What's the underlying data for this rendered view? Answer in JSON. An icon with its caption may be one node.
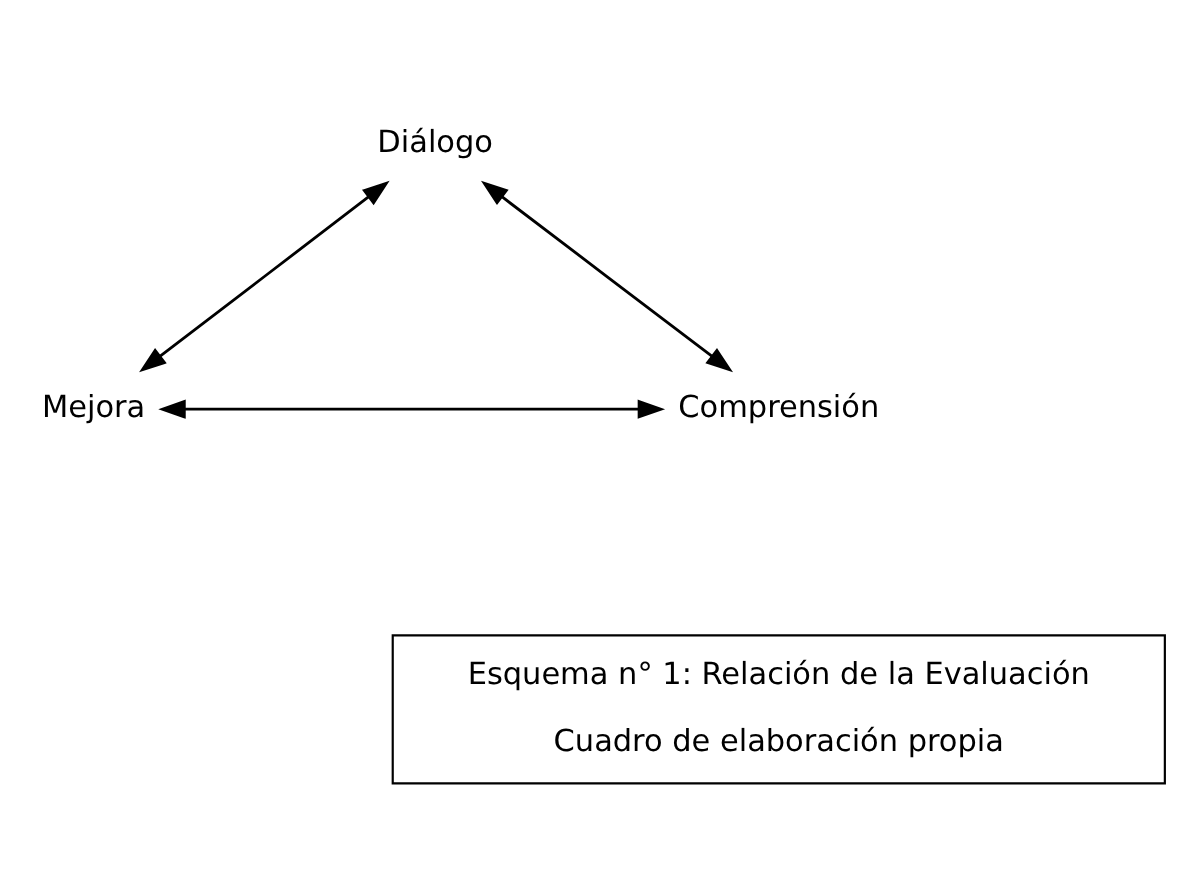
{
  "diagram": {
    "nodes": [
      {
        "text": [
          "Diálogo"
        ]
      },
      {
        "text": [
          "Mejora"
        ]
      },
      {
        "text": [
          "Comprensión"
        ]
      },
      {
        "text": [
          "Esquema n° 1: Relación de la Evaluación",
          "Cuadro de elaboración propia"
        ]
      }
    ],
    "edges": [
      {
        "from": 0,
        "to": 1,
        "arrow": "both"
      },
      {
        "from": 0,
        "to": 2,
        "arrow": "both"
      },
      {
        "from": 1,
        "to": 2,
        "arrow": "both"
      }
    ]
  }
}
